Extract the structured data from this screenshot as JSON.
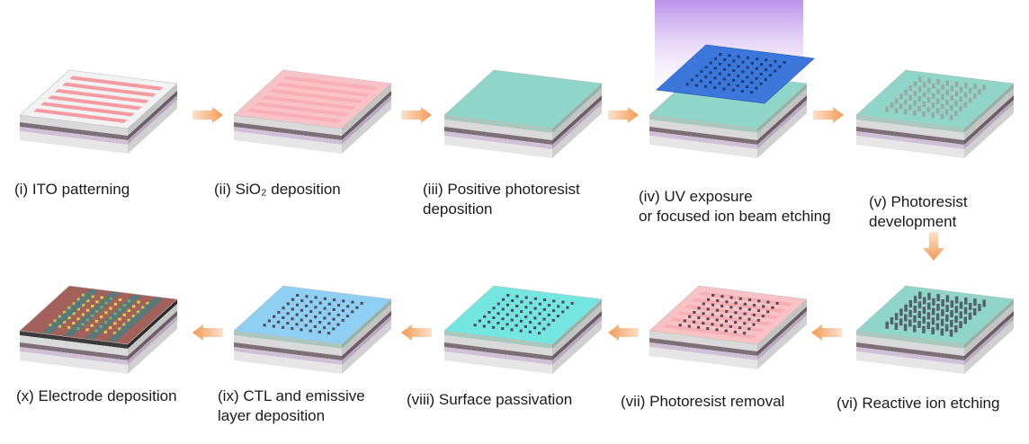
{
  "steps": [
    {
      "lines": [
        "(i) ITO patterning"
      ],
      "top": "ito",
      "arrays": "none"
    },
    {
      "lines": [
        "(ii) SiO₂ deposition"
      ],
      "top": "sio2",
      "arrays": "none"
    },
    {
      "lines": [
        "(iii) Positive photoresist",
        "deposition"
      ],
      "top": "resist",
      "arrays": "none"
    },
    {
      "lines": [
        "(iv) UV exposure",
        "or focused ion beam etching"
      ],
      "top": "resist",
      "arrays": "mask"
    },
    {
      "lines": [
        "(v) Photoresist",
        "development"
      ],
      "top": "resist",
      "arrays": "pillars-light"
    },
    {
      "lines": [
        "(vi) Reactive ion etching"
      ],
      "top": "resist",
      "arrays": "pillars-dark"
    },
    {
      "lines": [
        "(vii) Photoresist removal"
      ],
      "top": "sio2",
      "arrays": "holes"
    },
    {
      "lines": [
        "(viii) Surface passivation"
      ],
      "top": "passivation",
      "arrays": "holes"
    },
    {
      "lines": [
        "(ix) CTL and emissive",
        "layer deposition"
      ],
      "top": "emissive",
      "arrays": "holes"
    },
    {
      "lines": [
        "(x) Electrode deposition"
      ],
      "top": "electrode",
      "arrays": "dots"
    }
  ],
  "colors": {
    "ito": "#f49aa2",
    "substrate": "#f2f2f2",
    "sio2": "#f9c3c6",
    "resist": "#8fd6c9",
    "passivation": "#74e6e1",
    "emissive": "#8fcff4",
    "electrode": "#a2615a",
    "electrode_contact": "#1d8c92",
    "uv_mask": "#3c78dc",
    "uv_glow": "#c7a3ee",
    "arrow": "#f4a86a"
  }
}
